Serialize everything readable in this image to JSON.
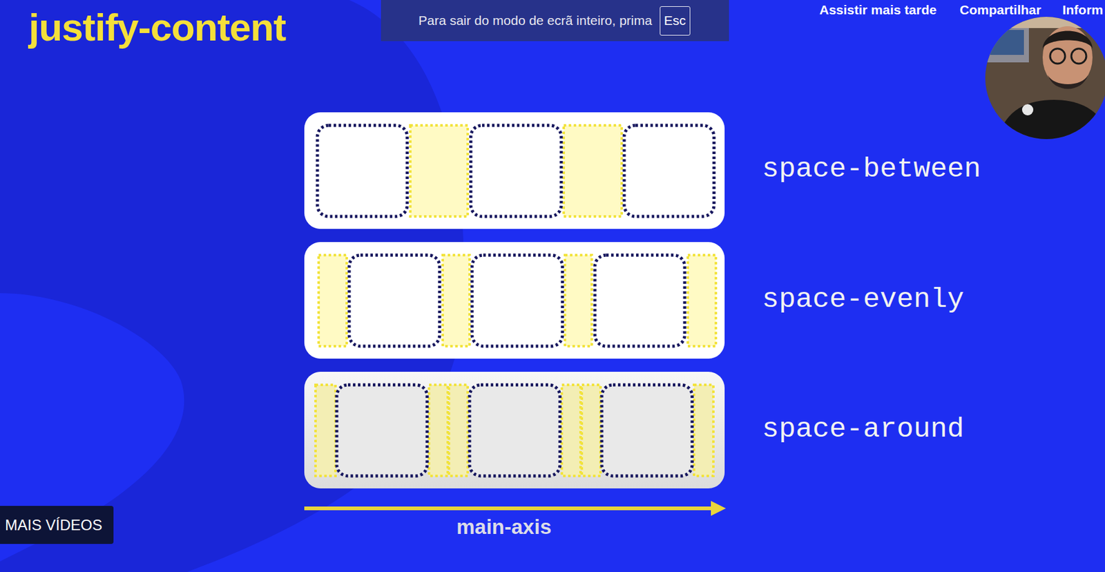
{
  "diagram": {
    "title": "justify-content",
    "nodes": [
      {
        "text": [
          "Para sair do modo de ecrã inteiro, prima"
        ]
      },
      {
        "text": [
          "Esc"
        ],
        "in": 0
      },
      {
        "text": [
          "MAIS VÍDEOS"
        ]
      }
    ],
    "labels": [
      "Assistir mais tarde",
      "Compartilhar",
      "Inform",
      "space-between",
      "space-evenly",
      "space-around",
      "main-axis"
    ]
  }
}
